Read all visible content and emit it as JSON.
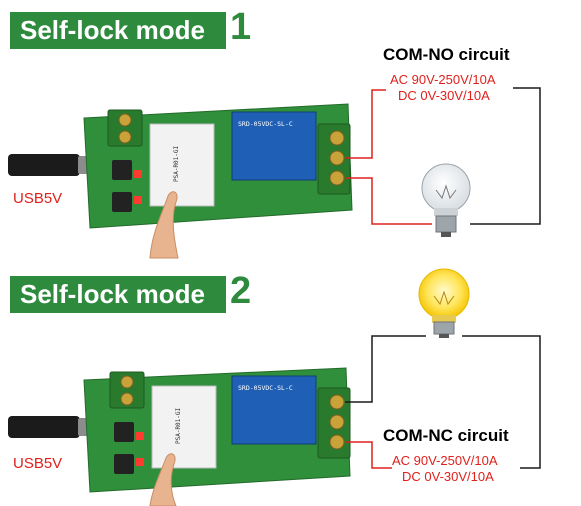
{
  "panels": [
    {
      "mode_label": "Self-lock mode",
      "mode_number": "1",
      "circuit_title": "COM-NO circuit",
      "spec_ac": "AC 90V-250V/10A",
      "spec_dc": "DC 0V-30V/10A",
      "usb_label": "USB5V",
      "relay_text": "SRD-05VDC-SL-C",
      "module_text": "PSA-R01-GI",
      "bulb_state": "off"
    },
    {
      "mode_label": "Self-lock mode",
      "mode_number": "2",
      "circuit_title": "COM-NC circuit",
      "spec_ac": "AC 90V-250V/10A",
      "spec_dc": "DC 0V-30V/10A",
      "usb_label": "USB5V",
      "relay_text": "SRD-05VDC-SL-C",
      "module_text": "PSA-R01-GI",
      "bulb_state": "on"
    }
  ],
  "colors": {
    "banner": "#2e8b3e",
    "wire": "#e0201c",
    "board": "#2f8f3a",
    "relay": "#1f5fb5",
    "terminal": "#2a7a2e"
  }
}
